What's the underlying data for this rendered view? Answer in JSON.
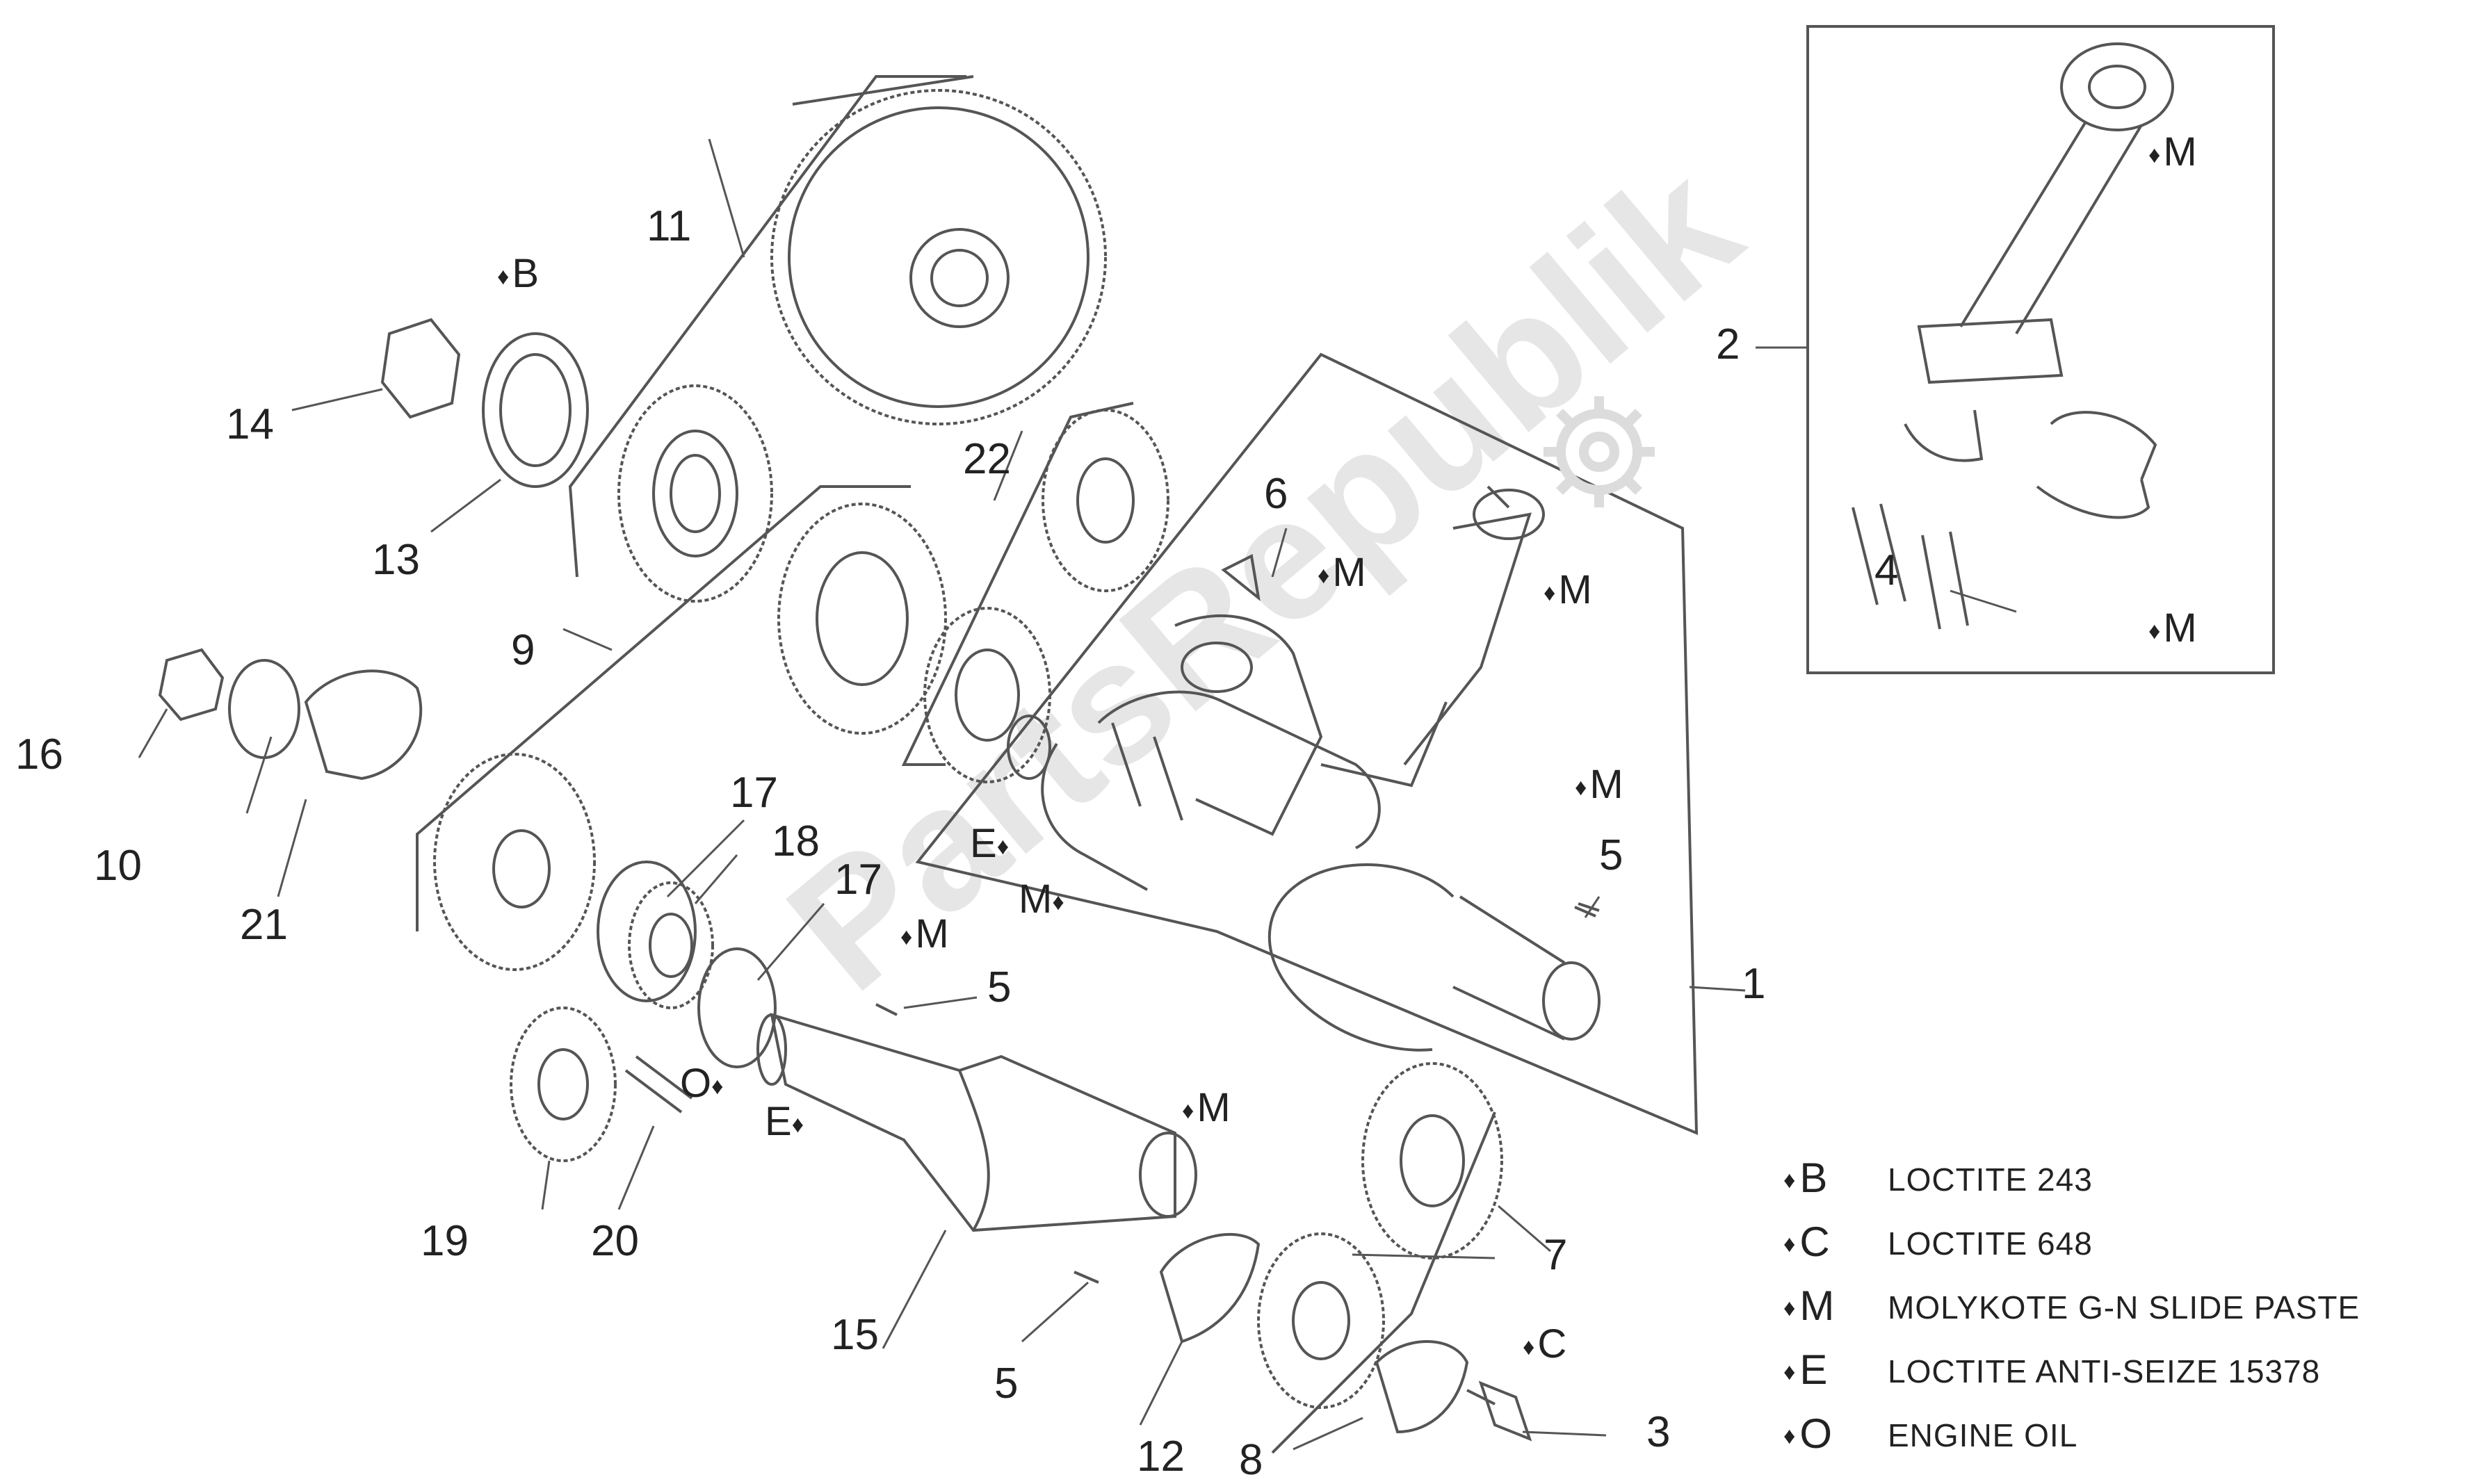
{
  "watermark": "PartsRepublik",
  "callouts": {
    "c1": "1",
    "c2": "2",
    "c3": "3",
    "c4": "4",
    "c5a": "5",
    "c5b": "5",
    "c5c": "5",
    "c6": "6",
    "c7": "7",
    "c8": "8",
    "c9": "9",
    "c10": "10",
    "c11": "11",
    "c12": "12",
    "c13": "13",
    "c14": "14",
    "c15": "15",
    "c16": "16",
    "c17a": "17",
    "c17b": "17",
    "c18": "18",
    "c19": "19",
    "c20": "20",
    "c21": "21",
    "c22": "22"
  },
  "marks": {
    "m_box_top": "M",
    "m_box_bottom": "M",
    "b_top": "B",
    "m_pin": "M",
    "m_rod": "M",
    "m_journal": "M",
    "e_left": "E",
    "m_left": "M",
    "m_shaft": "M",
    "o_mark": "O",
    "e_mark": "E",
    "m_cam": "M",
    "c_bolt": "C"
  },
  "legend": [
    {
      "code": "B",
      "desc": "LOCTITE 243"
    },
    {
      "code": "C",
      "desc": "LOCTITE 648"
    },
    {
      "code": "M",
      "desc": "MOLYKOTE G-N SLIDE PASTE"
    },
    {
      "code": "E",
      "desc": "LOCTITE ANTI-SEIZE 15378"
    },
    {
      "code": "O",
      "desc": "ENGINE OIL"
    }
  ],
  "icons": {
    "drop": "droplet-icon",
    "watermark_gear": "gear-icon"
  },
  "colors": {
    "line": "#555555",
    "text": "#222222",
    "watermark": "#e6e6e6",
    "background": "#ffffff"
  }
}
